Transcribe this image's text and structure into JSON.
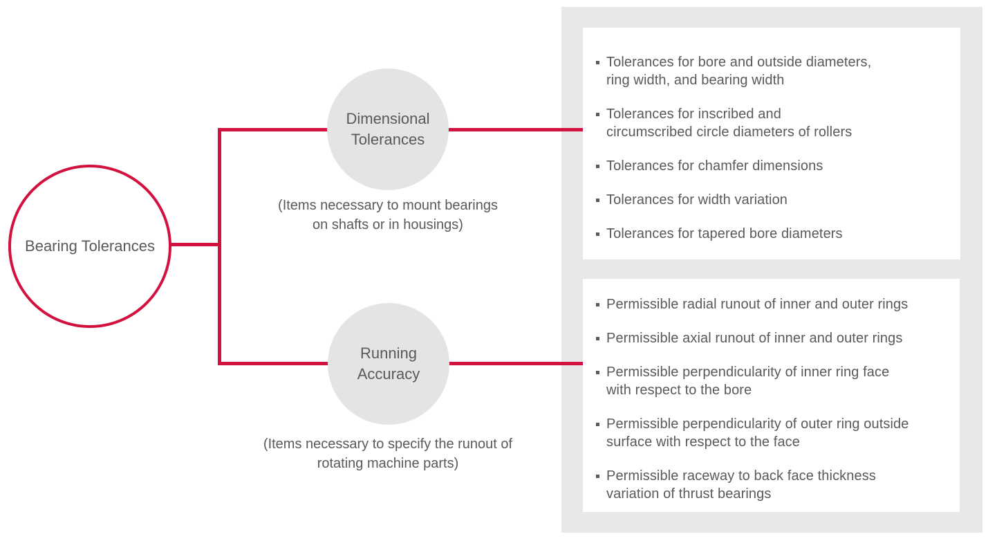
{
  "diagram": {
    "root": {
      "label": "Bearing Tolerances"
    },
    "branches": [
      {
        "label": "Dimensional\nTolerances",
        "caption": "(Items necessary to mount bearings\non shafts or in housings)",
        "items": [
          "Tolerances for bore and outside diameters,\nring width, and bearing width",
          "Tolerances for inscribed and\ncircumscribed circle diameters of rollers",
          "Tolerances for chamfer dimensions",
          "Tolerances for width variation",
          "Tolerances for tapered bore diameters"
        ]
      },
      {
        "label": "Running\nAccuracy",
        "caption": "(Items necessary to specify the runout of\nrotating machine parts)",
        "items": [
          "Permissible radial runout of inner and outer rings",
          "Permissible axial runout of inner and outer rings",
          "Permissible perpendicularity of inner ring face\nwith respect to the bore",
          "Permissible perpendicularity of outer ring outside\nsurface with respect to the face",
          "Permissible raceway to back face thickness\nvariation of thrust bearings"
        ]
      }
    ],
    "colors": {
      "accent_red": "#d2113e",
      "node_gray": "#e4e4e4",
      "panel_gray": "#e8e8e8",
      "text_gray": "#58595b"
    }
  }
}
